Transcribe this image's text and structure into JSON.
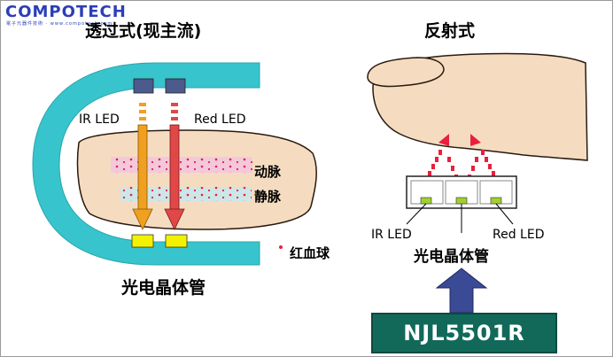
{
  "logo": {
    "brand": "COMPOTECH",
    "tagline": "電子元器件技術 · www.compotech.com"
  },
  "left_panel": {
    "title": "透过式(现主流)",
    "labels": {
      "ir_led": "IR LED",
      "red_led": "Red LED",
      "artery": "动脉",
      "vein": "静脉",
      "rbc": "红血球",
      "phototransistor": "光电晶体管"
    }
  },
  "right_panel": {
    "title": "反射式",
    "labels": {
      "ir_led": "IR LED",
      "red_led": "Red LED",
      "phototransistor": "光电晶体管"
    },
    "part_number": "NJL5501R"
  },
  "colors": {
    "clip": "#38c4cc",
    "finger": "#f5dcc0",
    "finger_outline": "#2a1a10",
    "artery": "#f4c8dc",
    "vein": "#cde6e8",
    "ir_arrow": "#f0a020",
    "red_arrow": "#e04848",
    "led_blue": "#4d5a8c",
    "detector_yellow": "#f2f200",
    "dots": "#e8203c",
    "chip": "#12695a",
    "big_arrow": "#3a4a94"
  }
}
